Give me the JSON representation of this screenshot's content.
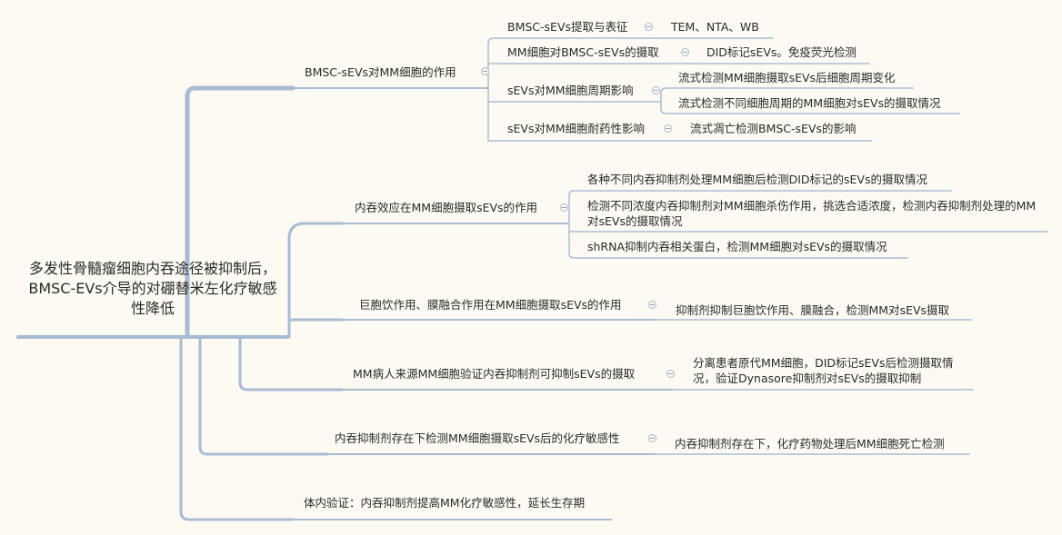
{
  "root": {
    "label": "多发性骨髓瘤细胞内吞途径被抑制后，BMSC-EVs介导的对硼替米左化疗敏感性降低"
  },
  "branches": [
    {
      "label": "BMSC-sEVs对MM细胞的作用",
      "children": [
        {
          "label": "BMSC-sEVs提取与表征",
          "children": [
            "TEM、NTA、WB"
          ]
        },
        {
          "label": "MM细胞对BMSC-sEVs的摄取",
          "children": [
            "DID标记sEVs。免疫荧光检测"
          ]
        },
        {
          "label": "sEVs对MM细胞周期影响",
          "children": [
            "流式检测MM细胞摄取sEVs后细胞周期变化",
            "流式检测不同细胞周期的MM细胞对sEVs的摄取情况"
          ]
        },
        {
          "label": "sEVs对MM细胞耐药性影响",
          "children": [
            "流式凋亡检测BMSC-sEVs的影响"
          ]
        }
      ]
    },
    {
      "label": "内吞效应在MM细胞摄取sEVs的作用",
      "children": [
        {
          "label": "各种不同内吞抑制剂处理MM细胞后检测DID标记的sEVs的摄取情况"
        },
        {
          "label": "检测不同浓度内吞抑制剂对MM细胞杀伤作用，挑选合适浓度，检测内吞抑制剂处理的MM对sEVs的摄取情况"
        },
        {
          "label": "shRNA抑制内吞相关蛋白，检测MM细胞对sEVs的摄取情况"
        }
      ]
    },
    {
      "label": "巨胞饮作用、膜融合作用在MM细胞摄取sEVs的作用",
      "children": [
        {
          "label": "抑制剂抑制巨胞饮作用、膜融合，检测MM对sEVs摄取"
        }
      ]
    },
    {
      "label": "MM病人来源MM细胞验证内吞抑制剂可抑制sEVs的摄取",
      "children": [
        {
          "label": "分离患者原代MM细胞，DID标记sEVs后检测摄取情况，验证Dynasore抑制剂对sEVs的摄取抑制"
        }
      ]
    },
    {
      "label": "内吞抑制剂存在下检测MM细胞摄取sEVs后的化疗敏感性",
      "children": [
        {
          "label": "内吞抑制剂存在下，化疗药物处理后MM细胞死亡检测"
        }
      ]
    },
    {
      "label": "体内验证：内吞抑制剂提高MM化疗敏感性，延长生存期",
      "children": []
    }
  ],
  "colors": {
    "line": "#a9bcd3",
    "background": "#fcfaf3",
    "text": "#2b2b2b"
  }
}
